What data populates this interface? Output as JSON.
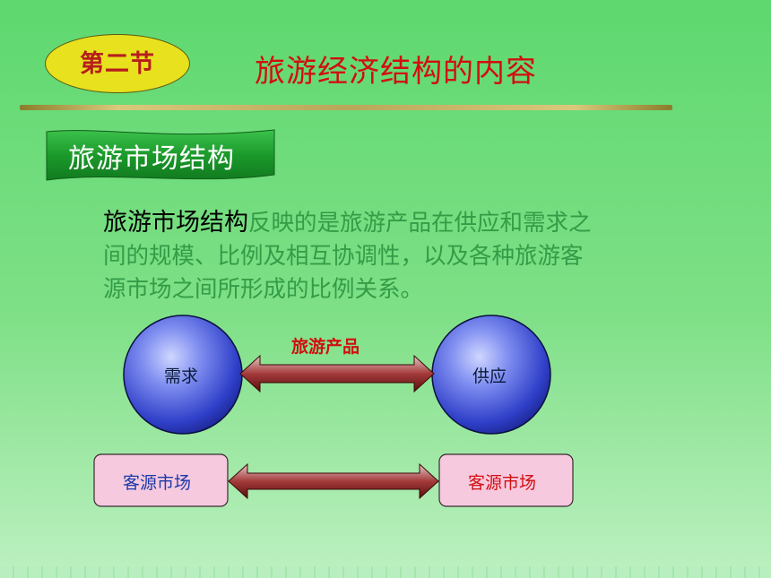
{
  "header": {
    "section_badge": "第二节",
    "title": "旅游经济结构的内容"
  },
  "banner": {
    "label": "旅游市场结构"
  },
  "definition": {
    "term": "旅游市场结构",
    "body": "反映的是旅游产品在供应和需求之间的规模、比例及相互协调性，以及各种旅游客源市场之间所形成的比例关系。"
  },
  "diagram": {
    "demand": "需求",
    "supply": "供应",
    "product": "旅游产品",
    "source_market_left": "客源市场",
    "source_market_right": "客源市场"
  },
  "colors": {
    "title_red": "#d10f0f",
    "badge_yellow": "#e7e11e",
    "banner_green": "#1e9b2e",
    "circle_blue": "#2f3fc8",
    "box_pink": "#f7c9df"
  }
}
